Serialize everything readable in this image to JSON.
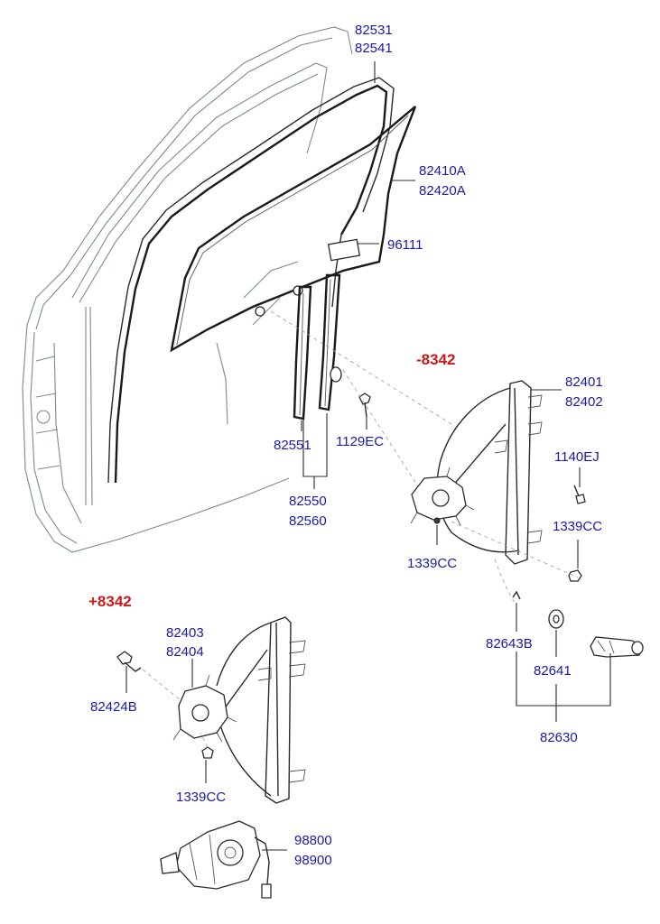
{
  "markers": {
    "minus": "-8342",
    "plus": "+8342"
  },
  "labels": {
    "run_channel_a": "82531",
    "run_channel_b": "82541",
    "glass_a": "82410A",
    "glass_b": "82420A",
    "glass_label": "96111",
    "channel_lower": "82551",
    "channel_assy_a": "82550",
    "channel_assy_b": "82560",
    "bolt_1129": "1129EC",
    "regulator_upper_a": "82401",
    "regulator_upper_b": "82402",
    "bolt_1140": "1140EJ",
    "nut_right": "1339CC",
    "nut_mid": "1339CC",
    "clip": "82643B",
    "grommet": "82641",
    "handle_assy": "82630",
    "regulator_lower_a": "82403",
    "regulator_lower_b": "82404",
    "bolt_82424": "82424B",
    "nut_lower": "1339CC",
    "motor_a": "98800",
    "motor_b": "98900"
  },
  "colors": {
    "part_number": "#1a1aa8",
    "marker": "#d01818"
  }
}
